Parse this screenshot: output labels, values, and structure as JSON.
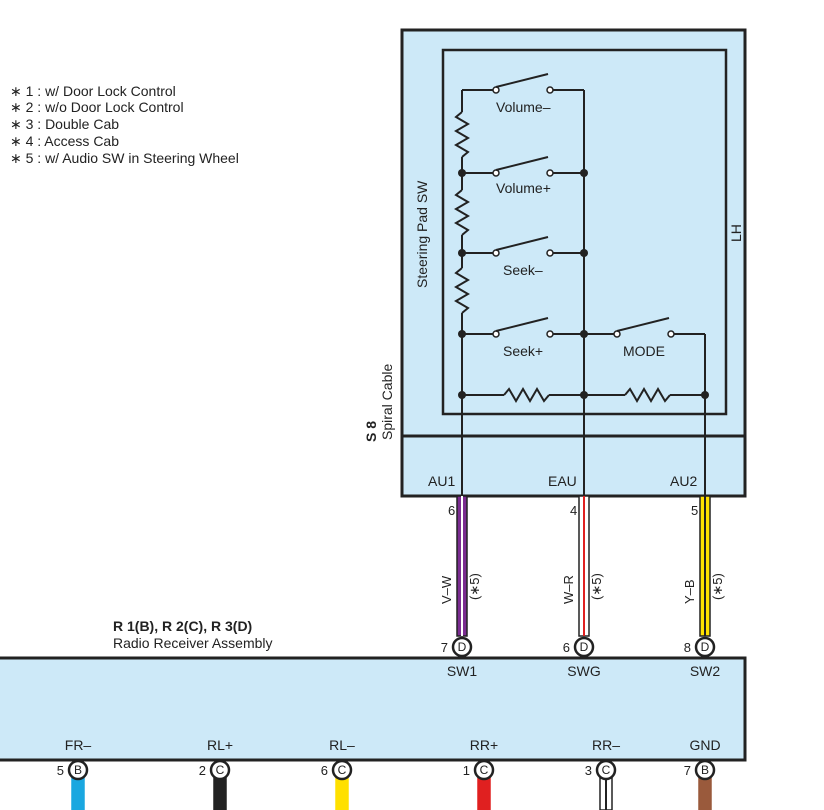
{
  "notes": [
    "∗ 1 : w/ Door Lock Control",
    "∗ 2 : w/o Door Lock Control",
    "∗ 3 : Double Cab",
    "∗ 4 : Access Cab",
    "∗ 5 : w/ Audio SW in Steering Wheel"
  ],
  "steering": {
    "title": "Steering Pad SW",
    "side": "LH",
    "switches": [
      "Volume–",
      "Volume+",
      "Seek–",
      "Seek+",
      "MODE"
    ],
    "spiral_code": "S 8",
    "spiral_label": "Spiral Cable",
    "terminals": [
      "AU1",
      "EAU",
      "AU2"
    ]
  },
  "wires": [
    {
      "pin_top": "6",
      "color_code": "V–W",
      "note": "(∗5)",
      "pin_bottom": "7",
      "connector": "D",
      "terminal": "SW1",
      "color": "#7b2c91",
      "stripe": "#ffffff"
    },
    {
      "pin_top": "4",
      "color_code": "W–R",
      "note": "(∗5)",
      "pin_bottom": "6",
      "connector": "D",
      "terminal": "SWG",
      "color": "#ffffff",
      "stripe": "#e02020"
    },
    {
      "pin_top": "5",
      "color_code": "Y–B",
      "note": "(∗5)",
      "pin_bottom": "8",
      "connector": "D",
      "terminal": "SW2",
      "color": "#ffe000",
      "stripe": "#222222"
    }
  ],
  "radio": {
    "codes": "R 1(B), R 2(C), R 3(D)",
    "name": "Radio Receiver Assembly",
    "outputs": [
      {
        "label": "FR–",
        "pin": "5",
        "connector": "B",
        "color": "#1aa7e0",
        "stripe": ""
      },
      {
        "label": "RL+",
        "pin": "2",
        "connector": "C",
        "color": "#222222",
        "stripe": ""
      },
      {
        "label": "RL–",
        "pin": "6",
        "connector": "C",
        "color": "#ffe000",
        "stripe": ""
      },
      {
        "label": "RR+",
        "pin": "1",
        "connector": "C",
        "color": "#e02020",
        "stripe": ""
      },
      {
        "label": "RR–",
        "pin": "3",
        "connector": "C",
        "color": "#ffffff",
        "stripe": "#222222"
      },
      {
        "label": "GND",
        "pin": "7",
        "connector": "B",
        "color": "#9a5a3c",
        "stripe": ""
      }
    ]
  },
  "colors": {
    "box_fill": "#cde9f8",
    "line": "#222222"
  }
}
